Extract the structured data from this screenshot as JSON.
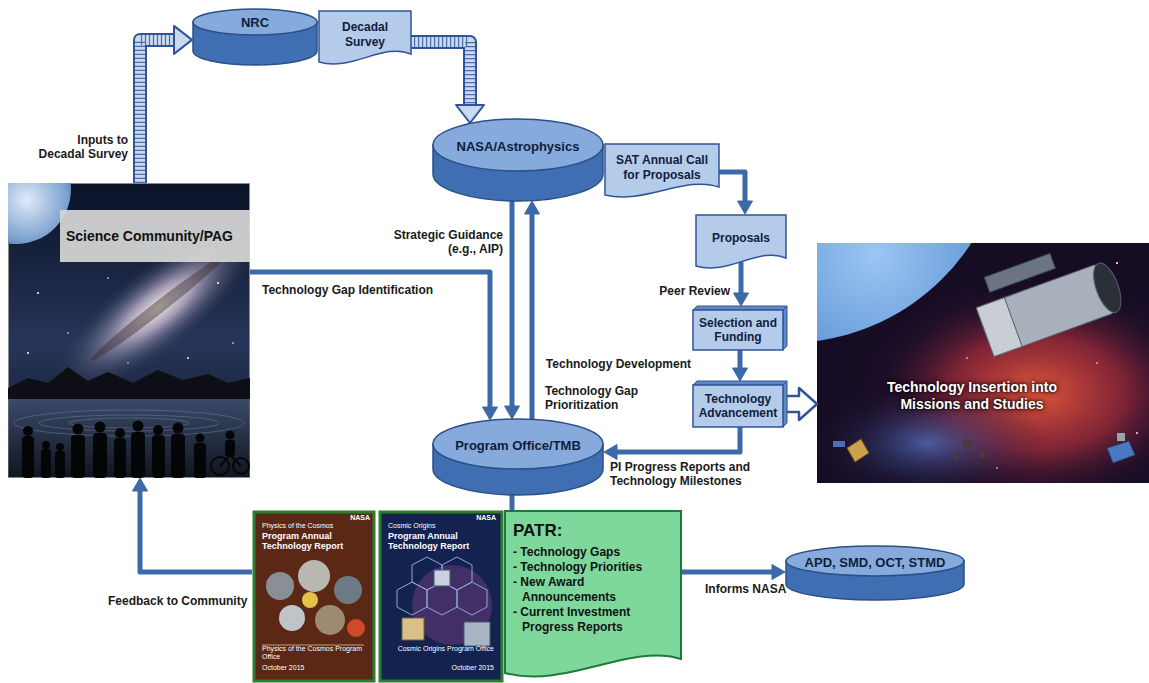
{
  "diagram": {
    "nodes": [
      {
        "text": [
          "NRC"
        ]
      },
      {
        "text": [
          "Decadal Survey"
        ]
      },
      {
        "text": [
          "Science Community/PAG"
        ]
      },
      {
        "text": [
          "NASA/Astrophysics"
        ]
      },
      {
        "text": [
          "SAT Annual Call for Proposals"
        ]
      },
      {
        "text": [
          "Proposals"
        ]
      },
      {
        "text": [
          "Selection and Funding"
        ]
      },
      {
        "text": [
          "Technology Advancement"
        ]
      },
      {
        "text": [
          "Technology Insertion into Missions and Studies"
        ]
      },
      {
        "text": [
          "Program Office/TMB"
        ]
      },
      {
        "text": [
          "PATR:",
          "- Technology Gaps",
          "- Technology Priorities",
          "- New Award Announcements",
          "- Current Investment Progress Reports"
        ]
      },
      {
        "text": [
          "APD, SMD, OCT, STMD"
        ]
      }
    ],
    "edges": [
      {
        "from": 2,
        "to": 0,
        "label": "Inputs to Decadal Survey",
        "arrow": "to"
      },
      {
        "from": 1,
        "to": 3,
        "arrow": "to"
      },
      {
        "from": 4,
        "to": 5,
        "arrow": "to"
      },
      {
        "from": 5,
        "to": 6,
        "label": "Peer Review",
        "arrow": "to"
      },
      {
        "from": 6,
        "to": 7,
        "label": "Technology Development",
        "arrow": "to"
      },
      {
        "from": 7,
        "to": 8,
        "arrow": "to"
      },
      {
        "from": 7,
        "to": 9,
        "label": "PI Progress Reports and Technology Milestones",
        "arrow": "to"
      },
      {
        "from": 2,
        "to": 9,
        "label": "Technology Gap Identification",
        "arrow": "to"
      },
      {
        "from": 3,
        "to": 9,
        "label": "Strategic Guidance (e.g., AIP)",
        "arrow": "to"
      },
      {
        "from": 9,
        "to": 3,
        "label": "Technology Gap Prioritization",
        "arrow": "to"
      },
      {
        "from": 9,
        "to": 10,
        "arrow": "none"
      },
      {
        "from": 10,
        "to": 2,
        "label": "Feedback to Community",
        "arrow": "to"
      },
      {
        "from": 10,
        "to": 11,
        "label": "Informs NASA",
        "arrow": "to"
      }
    ],
    "labels": [
      "NASA",
      "Physics of the Cosmos",
      "Program Annual Technology Report",
      "Physics of the Cosmos Program Office",
      "October 2015",
      "NASA",
      "Cosmic Origins",
      "Program Annual Technology Report",
      "Cosmic Origins Program Office",
      "October 2015"
    ]
  }
}
